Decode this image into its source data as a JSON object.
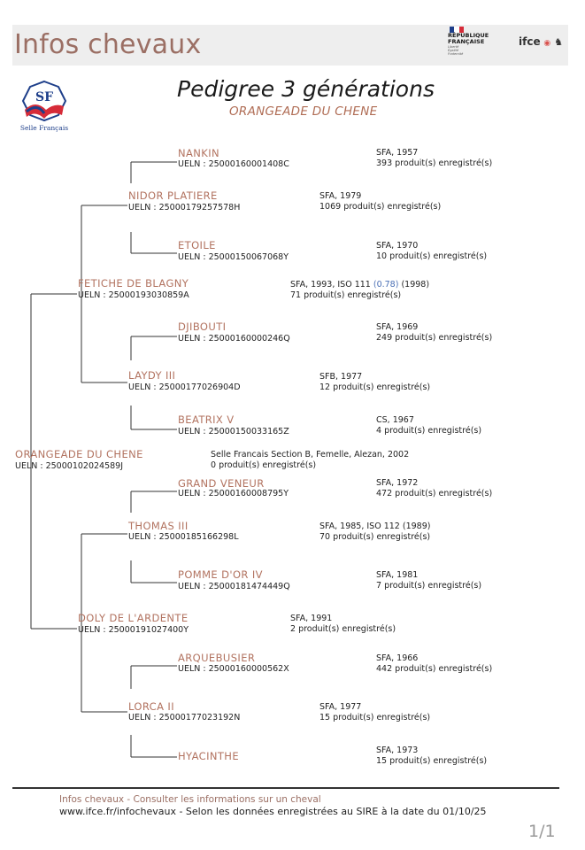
{
  "header": {
    "app_title": "Infos chevaux",
    "gov_logo_text": "RÉPUBLIQUE FRANÇAISE",
    "gov_motto": [
      "Liberté",
      "Égalité",
      "Fraternité"
    ],
    "partner_logo_text": "ifce"
  },
  "breed_logo": {
    "caption": "Selle Français",
    "monogram": "SF"
  },
  "document": {
    "title": "Pedigree 3 générations",
    "horse_name": "ORANGEADE DU CHENE"
  },
  "subject": {
    "name": "ORANGEADE DU CHENE",
    "ueln": "UELN : 25000102024589J",
    "line1": "Selle Francais Section B, Femelle, Alezan, 2002",
    "line2": "0 produit(s) enregistré(s)"
  },
  "sire": {
    "name": "FETICHE DE BLAGNY",
    "ueln": "UELN : 25000193030859A",
    "line1_pre": "SFA, 1993, ISO 111 ",
    "line1_val": "(0.78)",
    "line1_post": " (1998)",
    "line2": "71 produit(s) enregistré(s)"
  },
  "dam": {
    "name": "DOLY DE L'ARDENTE",
    "ueln": "UELN : 25000191027400Y",
    "line1": "SFA, 1991",
    "line2": "2 produit(s) enregistré(s)"
  },
  "ss": {
    "name": "NIDOR PLATIERE",
    "ueln": "UELN : 25000179257578H",
    "line1": "SFA, 1979",
    "line2": "1069 produit(s) enregistré(s)"
  },
  "sd": {
    "name": "LAYDY III",
    "ueln": "UELN : 25000177026904D",
    "line1": "SFB, 1977",
    "line2": "12 produit(s) enregistré(s)"
  },
  "ds": {
    "name": "THOMAS III",
    "ueln": "UELN : 25000185166298L",
    "line1": "SFA, 1985, ISO 112 (1989)",
    "line2": "70 produit(s) enregistré(s)"
  },
  "dd": {
    "name": "LORCA II",
    "ueln": "UELN : 25000177023192N",
    "line1": "SFA, 1977",
    "line2": "15 produit(s) enregistré(s)"
  },
  "sss": {
    "name": "NANKIN",
    "ueln": "UELN : 25000160001408C",
    "line1": "SFA, 1957",
    "line2": "393 produit(s) enregistré(s)"
  },
  "ssd": {
    "name": "ETOILE",
    "ueln": "UELN : 25000150067068Y",
    "line1": "SFA, 1970",
    "line2": "10 produit(s) enregistré(s)"
  },
  "sds": {
    "name": "DJIBOUTI",
    "ueln": "UELN : 25000160000246Q",
    "line1": "SFA, 1969",
    "line2": "249 produit(s) enregistré(s)"
  },
  "sdd": {
    "name": "BEATRIX V",
    "ueln": "UELN : 25000150033165Z",
    "line1": "CS, 1967",
    "line2": "4 produit(s) enregistré(s)"
  },
  "dss": {
    "name": "GRAND VENEUR",
    "ueln": "UELN : 25000160008795Y",
    "line1": "SFA, 1972",
    "line2": "472 produit(s) enregistré(s)"
  },
  "dsd": {
    "name": "POMME D'OR IV",
    "ueln": "UELN : 25000181474449Q",
    "line1": "SFA, 1981",
    "line2": "7 produit(s) enregistré(s)"
  },
  "dds": {
    "name": "ARQUEBUSIER",
    "ueln": "UELN : 25000160000562X",
    "line1": "SFA, 1966",
    "line2": "442 produit(s) enregistré(s)"
  },
  "ddd": {
    "name": "HYACINTHE",
    "line1": "SFA, 1973",
    "line2": "15 produit(s) enregistré(s)"
  },
  "footer": {
    "line1": "Infos chevaux - Consulter les informations sur un cheval",
    "line2": "www.ifce.fr/infochevaux - Selon les données enregistrées au SIRE à la date du 01/10/25",
    "page": "1/1"
  }
}
